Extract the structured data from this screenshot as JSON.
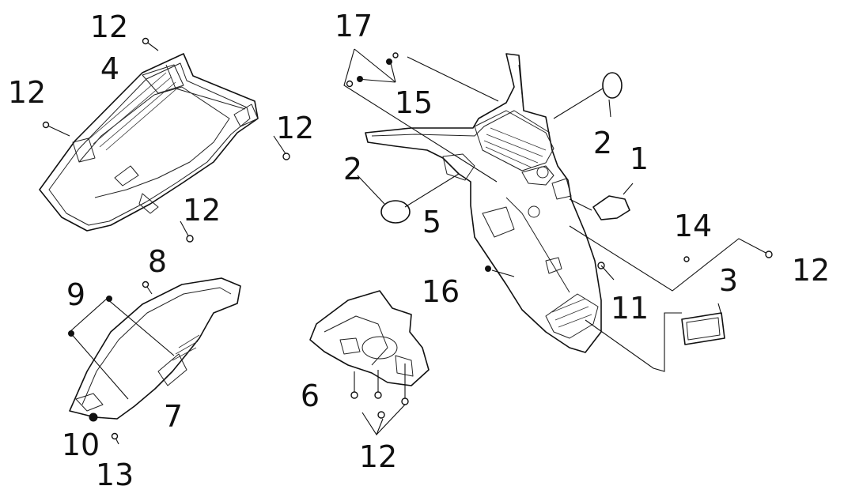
{
  "diagram": {
    "callouts": {
      "c1": "1",
      "c2a": "2",
      "c2b": "2",
      "c3": "3",
      "c4": "4",
      "c5": "5",
      "c6": "6",
      "c7": "7",
      "c8": "8",
      "c9": "9",
      "c10": "10",
      "c11": "11",
      "c12a": "12",
      "c12b": "12",
      "c12c": "12",
      "c12d": "12",
      "c12e": "12",
      "c12f": "12",
      "c13": "13",
      "c14": "14",
      "c15": "15",
      "c16": "16",
      "c17": "17"
    }
  }
}
